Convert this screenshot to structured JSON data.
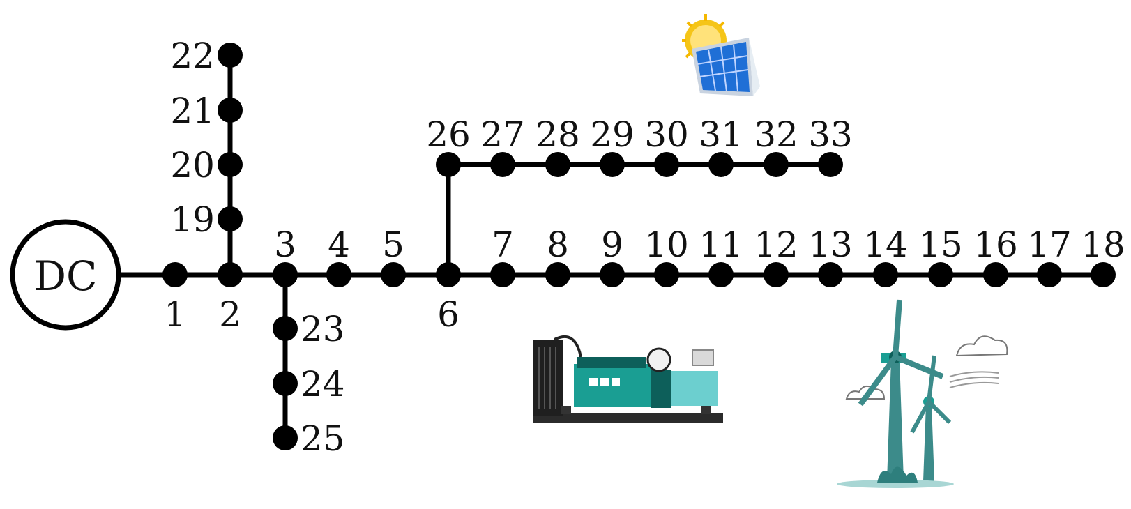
{
  "source_label": "DC",
  "buses": [
    {
      "id": 1,
      "label": "1"
    },
    {
      "id": 2,
      "label": "2"
    },
    {
      "id": 3,
      "label": "3"
    },
    {
      "id": 4,
      "label": "4"
    },
    {
      "id": 5,
      "label": "5"
    },
    {
      "id": 6,
      "label": "6"
    },
    {
      "id": 7,
      "label": "7"
    },
    {
      "id": 8,
      "label": "8"
    },
    {
      "id": 9,
      "label": "9"
    },
    {
      "id": 10,
      "label": "10"
    },
    {
      "id": 11,
      "label": "11"
    },
    {
      "id": 12,
      "label": "12"
    },
    {
      "id": 13,
      "label": "13"
    },
    {
      "id": 14,
      "label": "14"
    },
    {
      "id": 15,
      "label": "15"
    },
    {
      "id": 16,
      "label": "16"
    },
    {
      "id": 17,
      "label": "17"
    },
    {
      "id": 18,
      "label": "18"
    },
    {
      "id": 19,
      "label": "19"
    },
    {
      "id": 20,
      "label": "20"
    },
    {
      "id": 21,
      "label": "21"
    },
    {
      "id": 22,
      "label": "22"
    },
    {
      "id": 23,
      "label": "23"
    },
    {
      "id": 24,
      "label": "24"
    },
    {
      "id": 25,
      "label": "25"
    },
    {
      "id": 26,
      "label": "26"
    },
    {
      "id": 27,
      "label": "27"
    },
    {
      "id": 28,
      "label": "28"
    },
    {
      "id": 29,
      "label": "29"
    },
    {
      "id": 30,
      "label": "30"
    },
    {
      "id": 31,
      "label": "31"
    },
    {
      "id": 32,
      "label": "32"
    },
    {
      "id": 33,
      "label": "33"
    }
  ],
  "lines": [
    [
      1,
      2
    ],
    [
      2,
      3
    ],
    [
      3,
      4
    ],
    [
      4,
      5
    ],
    [
      5,
      6
    ],
    [
      6,
      7
    ],
    [
      7,
      8
    ],
    [
      8,
      9
    ],
    [
      9,
      10
    ],
    [
      10,
      11
    ],
    [
      11,
      12
    ],
    [
      12,
      13
    ],
    [
      13,
      14
    ],
    [
      14,
      15
    ],
    [
      15,
      16
    ],
    [
      16,
      17
    ],
    [
      17,
      18
    ],
    [
      2,
      19
    ],
    [
      19,
      20
    ],
    [
      20,
      21
    ],
    [
      21,
      22
    ],
    [
      3,
      23
    ],
    [
      23,
      24
    ],
    [
      24,
      25
    ],
    [
      6,
      26
    ],
    [
      26,
      27
    ],
    [
      27,
      28
    ],
    [
      28,
      29
    ],
    [
      29,
      30
    ],
    [
      30,
      31
    ],
    [
      31,
      32
    ],
    [
      32,
      33
    ]
  ],
  "source_connection": 1,
  "generation_icons": [
    "solar-panel-icon",
    "diesel-generator-icon",
    "wind-turbine-icon"
  ],
  "colors": {
    "line": "#000000",
    "node": "#000000",
    "generator": "#1a9e93",
    "generator_dark": "#0d5f5a",
    "generator_light": "#6ccfcf",
    "turbine": "#3c8b8a",
    "solar_cell": "#1f6fd6",
    "sun": "#f5c518"
  }
}
